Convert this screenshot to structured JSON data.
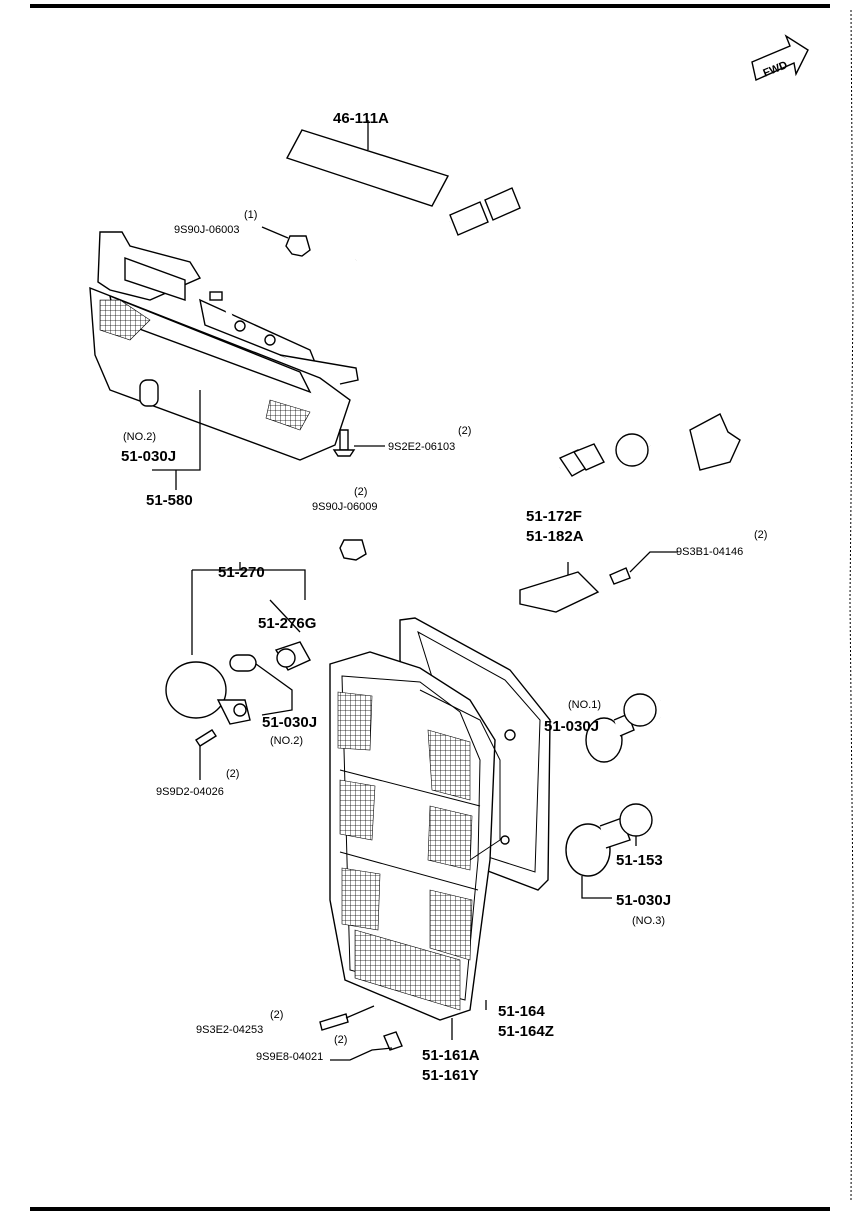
{
  "fwd_badge": "FWD",
  "labels": {
    "p46_111A": "46-111A",
    "q1": "(1)",
    "p9S90J_06003": "9S90J-06003",
    "no2_a": "(NO.2)",
    "p51_030J_a": "51-030J",
    "p51_580": "51-580",
    "q2_a": "(2)",
    "p9S2E2_06103": "9S2E2-06103",
    "q2_b": "(2)",
    "p9S90J_06009": "9S90J-06009",
    "p51_172F": "51-172F",
    "p51_182A": "51-182A",
    "q2_c": "(2)",
    "p9S3B1_04146": "9S3B1-04146",
    "p51_270": "51-270",
    "p51_276G": "51-276G",
    "p51_030J_b": "51-030J",
    "no2_b": "(NO.2)",
    "q2_d": "(2)",
    "p9S9D2_04026": "9S9D2-04026",
    "no1": "(NO.1)",
    "p51_030J_c": "51-030J",
    "p51_153": "51-153",
    "p51_030J_d": "51-030J",
    "no3": "(NO.3)",
    "q2_e": "(2)",
    "p9S3E2_04253": "9S3E2-04253",
    "q2_f": "(2)",
    "p9S9E8_04021": "9S9E8-04021",
    "p51_164": "51-164",
    "p51_164Z": "51-164Z",
    "p51_161A": "51-161A",
    "p51_161Y": "51-161Y"
  }
}
